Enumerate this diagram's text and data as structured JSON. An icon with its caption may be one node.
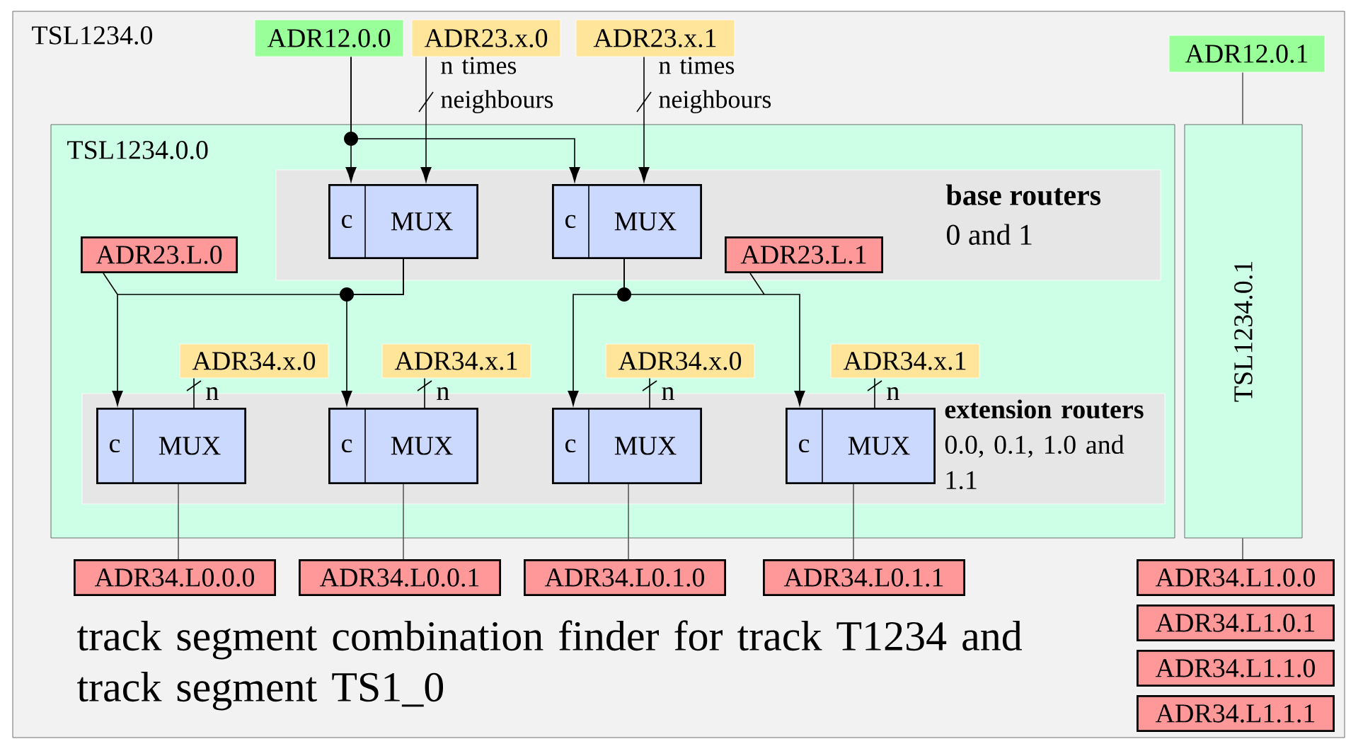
{
  "diagram": {
    "caption": "track segment combination finder for track T1234 and track segment TS1_0",
    "nodes": [
      {
        "text": [
          "TSL1234.0"
        ]
      },
      {
        "text": [
          "ADR12.0.0"
        ],
        "in": 0
      },
      {
        "text": [
          "ADR23.x.0"
        ],
        "in": 0
      },
      {
        "text": [
          "ADR23.x.1"
        ],
        "in": 0
      },
      {
        "text": [
          "ADR12.0.1"
        ],
        "in": 0
      },
      {
        "text": [
          "TSL1234.0.0"
        ],
        "in": 0
      },
      {
        "text": [
          "base routers",
          "0 and 1"
        ],
        "in": 5
      },
      {
        "text": [
          "c",
          "MUX"
        ],
        "in": 6
      },
      {
        "text": [
          "c",
          "MUX"
        ],
        "in": 6
      },
      {
        "text": [
          "ADR23.L.0"
        ],
        "in": 5
      },
      {
        "text": [
          "ADR23.L.1"
        ],
        "in": 6
      },
      {
        "text": [
          "**extension routers** 0.0, 0.1, 1.0 and 1.1"
        ],
        "in": 5
      },
      {
        "text": [
          "ADR34.x.0"
        ],
        "in": 5
      },
      {
        "text": [
          "ADR34.x.1"
        ],
        "in": 5
      },
      {
        "text": [
          "ADR34.x.0"
        ],
        "in": 5
      },
      {
        "text": [
          "ADR34.x.1"
        ],
        "in": 5
      },
      {
        "text": [
          "c",
          "MUX"
        ],
        "in": 11
      },
      {
        "text": [
          "c",
          "MUX"
        ],
        "in": 11
      },
      {
        "text": [
          "c",
          "MUX"
        ],
        "in": 11
      },
      {
        "text": [
          "c",
          "MUX"
        ],
        "in": 11
      },
      {
        "text": [
          "TSL1234.0.1"
        ],
        "in": 0
      },
      {
        "text": [
          "ADR34.L0.0.0"
        ],
        "in": 0
      },
      {
        "text": [
          "ADR34.L0.0.1"
        ],
        "in": 0
      },
      {
        "text": [
          "ADR34.L0.1.0"
        ],
        "in": 0
      },
      {
        "text": [
          "ADR34.L0.1.1"
        ],
        "in": 0
      },
      {
        "text": [
          "ADR34.L1.0.0"
        ],
        "in": 0
      },
      {
        "text": [
          "ADR34.L1.0.1"
        ],
        "in": 0
      },
      {
        "text": [
          "ADR34.L1.1.0"
        ],
        "in": 0
      },
      {
        "text": [
          "ADR34.L1.1.1"
        ],
        "in": 0
      }
    ],
    "edges": [
      {
        "from": 1,
        "to": 7,
        "arrow": "to"
      },
      {
        "from": 1,
        "to": 8,
        "arrow": "to"
      },
      {
        "from": 2,
        "to": 7,
        "arrow": "to",
        "label": "n times neighbours"
      },
      {
        "from": 3,
        "to": 8,
        "arrow": "to",
        "label": "n times neighbours"
      },
      {
        "from": 7,
        "to": 16,
        "arrow": "to"
      },
      {
        "from": 7,
        "to": 17,
        "arrow": "to"
      },
      {
        "from": 8,
        "to": 18,
        "arrow": "to"
      },
      {
        "from": 8,
        "to": 19,
        "arrow": "to"
      },
      {
        "from": 9,
        "to": null,
        "arrow": "none"
      },
      {
        "from": 10,
        "to": null,
        "arrow": "none"
      },
      {
        "from": 12,
        "to": 16,
        "arrow": "none",
        "label": "n"
      },
      {
        "from": 13,
        "to": 17,
        "arrow": "none",
        "label": "n"
      },
      {
        "from": 14,
        "to": 18,
        "arrow": "none",
        "label": "n"
      },
      {
        "from": 15,
        "to": 19,
        "arrow": "none",
        "label": "n"
      },
      {
        "from": 16,
        "to": 21,
        "arrow": "none",
        "color": "#595959"
      },
      {
        "from": 17,
        "to": 22,
        "arrow": "none",
        "color": "#595959"
      },
      {
        "from": 18,
        "to": 23,
        "arrow": "none",
        "color": "#595959"
      },
      {
        "from": 19,
        "to": 24,
        "arrow": "none",
        "color": "#595959"
      },
      {
        "from": 4,
        "to": 20,
        "arrow": "none",
        "color": "#595959"
      },
      {
        "from": 20,
        "to": 25,
        "arrow": "none",
        "color": "#595959"
      }
    ]
  }
}
